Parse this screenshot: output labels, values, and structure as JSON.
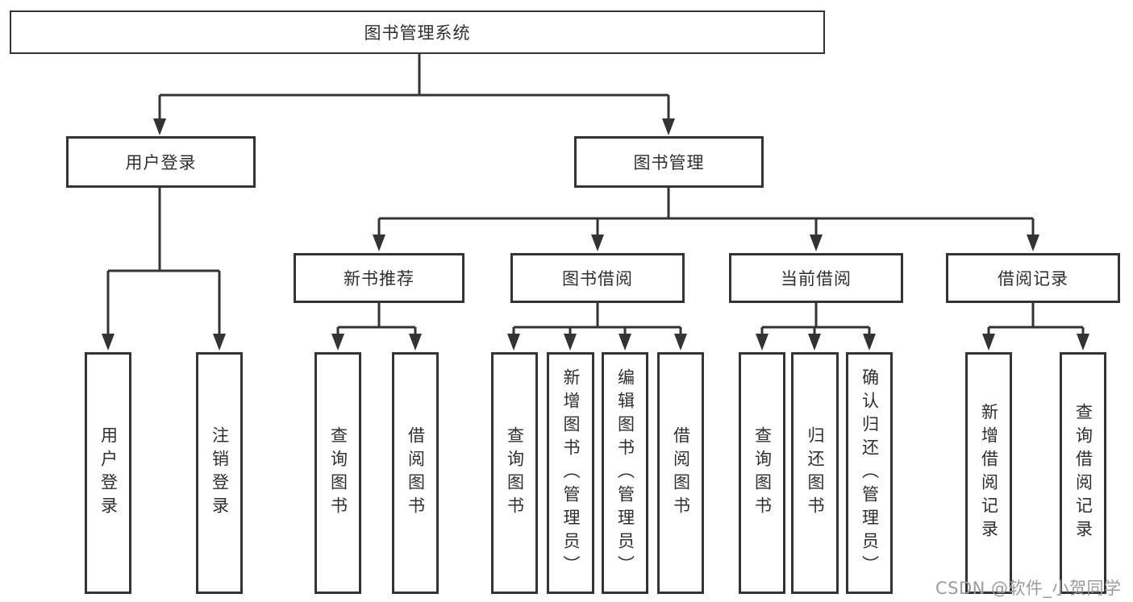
{
  "tree": {
    "label": "图书管理系统",
    "children": [
      {
        "label": "用户登录",
        "children": [
          {
            "label": "用户登录"
          },
          {
            "label": "注销登录"
          }
        ]
      },
      {
        "label": "图书管理",
        "children": [
          {
            "label": "新书推荐",
            "children": [
              {
                "label": "查询图书"
              },
              {
                "label": "借阅图书"
              }
            ]
          },
          {
            "label": "图书借阅",
            "children": [
              {
                "label": "查询图书"
              },
              {
                "label": "新增图书（管理员）"
              },
              {
                "label": "编辑图书（管理员）"
              },
              {
                "label": "借阅图书"
              }
            ]
          },
          {
            "label": "当前借阅",
            "children": [
              {
                "label": "查询图书"
              },
              {
                "label": "归还图书"
              },
              {
                "label": "确认归还（管理员）"
              }
            ]
          },
          {
            "label": "借阅记录",
            "children": [
              {
                "label": "新增借阅记录"
              },
              {
                "label": "查询借阅记录"
              }
            ]
          }
        ]
      }
    ]
  },
  "watermark": {
    "text": "CSDN @软件_小贺同学"
  },
  "colors": {
    "line": "#333333",
    "box_border": "#333333",
    "box_fill": "#ffffff",
    "text": "#2f2f2f",
    "watermark": "#9b9b9b",
    "background": "#ffffff"
  }
}
